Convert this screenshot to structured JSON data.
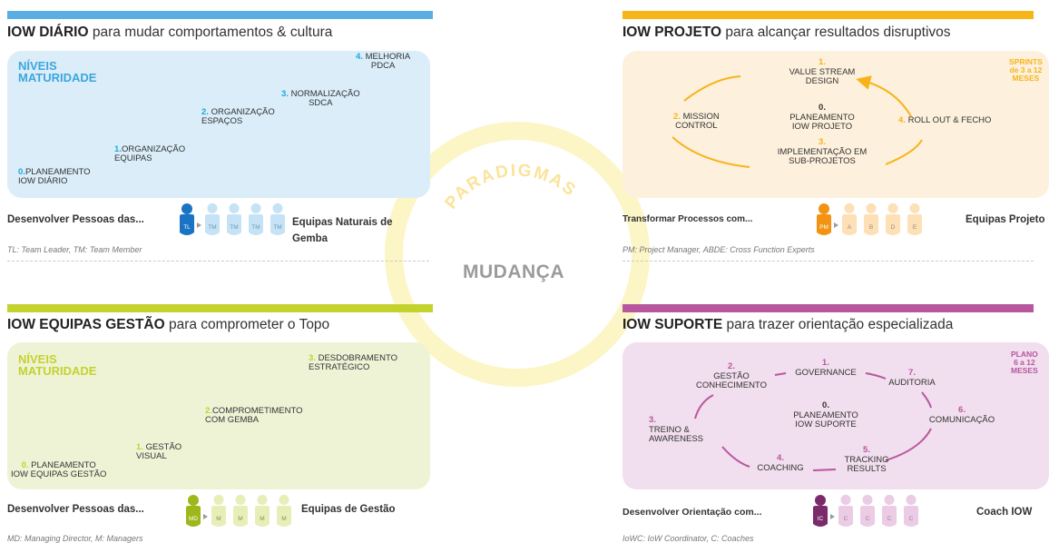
{
  "colors": {
    "blue": "#1ba9e1",
    "blue_bg": "#daedf8",
    "orange": "#f7b419",
    "orange_bg": "#fdf0dd",
    "green": "#c3d22d",
    "green_bg": "#eff3d6",
    "purple": "#b8579e",
    "purple_bg": "#f1deee",
    "dark_blue": "#1a74c4",
    "dark_orange": "#f29312",
    "dark_purple": "#7b2b6b"
  },
  "center": {
    "watermark": "PARADIGMAS",
    "label": "MUDANÇA"
  },
  "q1": {
    "title_bold": "IOW DIÁRIO",
    "title_rest": " para mudar comportamentos & cultura",
    "heading": "NÍVEIS",
    "heading2": "MATURIDADE",
    "levels": [
      {
        "num": "0.",
        "l1": "PLANEAMENTO",
        "l2": "IOW DIÁRIO"
      },
      {
        "num": "1.",
        "l1": "ORGANIZAÇÃO",
        "l2": "EQUIPAS"
      },
      {
        "num": "2.",
        "l1": " ORGANIZAÇÃO",
        "l2": "ESPAÇOS"
      },
      {
        "num": "3.",
        "l1": " NORMALIZAÇÃO",
        "l2": "SDCA"
      },
      {
        "num": "4.",
        "l1": " MELHORIA",
        "l2": "PDCA"
      }
    ],
    "footer_left": "Desenvolver Pessoas das...",
    "footer_right1": "Equipas Naturais de",
    "footer_right2": "Gemba",
    "lead": "TL",
    "members": [
      "TM",
      "TM",
      "TM",
      "TM"
    ],
    "note": "TL: Team Leader, TM: Team Member"
  },
  "q2": {
    "title_bold": "IOW PROJETO",
    "title_rest": " para alcançar resultados disruptivos",
    "sprint1": "SPRINTS",
    "sprint2": "de 3 a 12",
    "sprint3": "MESES",
    "n1": "1.",
    "s1a": "VALUE STREAM",
    "s1b": "DESIGN",
    "n2": "2.",
    "s2a": " MISSION",
    "s2b": "CONTROL",
    "n0": "0.",
    "s0a": "PLANEAMENTO",
    "s0b": "IOW PROJETO",
    "n3": "3.",
    "s3a": "IMPLEMENTAÇÃO EM",
    "s3b": "SUB-PROJETOS",
    "n4": "4.",
    "s4": " ROLL OUT & FECHO",
    "footer_left": "Transformar Processos com...",
    "footer_right": "Equipas Projeto",
    "lead": "PM",
    "members": [
      "A",
      "B",
      "D",
      "E"
    ],
    "note": "PM: Project Manager, ABDE: Cross Function Experts"
  },
  "q3": {
    "title_bold": "IOW EQUIPAS GESTÃO",
    "title_rest": " para comprometer o Topo",
    "heading": "NÍVEIS",
    "heading2": "MATURIDADE",
    "levels": [
      {
        "num": "0.",
        "l1": " PLANEAMENTO",
        "l2": "IOW EQUIPAS GESTÃO"
      },
      {
        "num": "1.",
        "l1": " GESTÃO",
        "l2": "VISUAL"
      },
      {
        "num": "2.",
        "l1": "COMPROMETIMENTO",
        "l2": "COM GEMBA"
      },
      {
        "num": "3.",
        "l1": " DESDOBRAMENTO",
        "l2": "ESTRATÉGICO"
      }
    ],
    "footer_left": "Desenvolver Pessoas das...",
    "footer_right": "Equipas de Gestão",
    "lead": "MD",
    "members": [
      "M",
      "M",
      "M",
      "M"
    ],
    "note": "MD: Managing Director, M: Managers"
  },
  "q4": {
    "title_bold": "IOW SUPORTE",
    "title_rest": " para trazer orientação especializada",
    "plan1": "PLANO",
    "plan2": "6 a 12",
    "plan3": "MESES",
    "n1": "1.",
    "s1": "GOVERNANCE",
    "n2": "2.",
    "s2a": "GESTÃO",
    "s2b": "CONHECIMENTO",
    "n7": "7.",
    "s7": "AUDITORIA",
    "n0": "0.",
    "s0a": "PLANEAMENTO",
    "s0b": "IOW SUPORTE",
    "n3": "3.",
    "s3a": "TREINO &",
    "s3b": "AWARENESS",
    "n6": "6.",
    "s6": "COMUNICAÇÃO",
    "n4": "4.",
    "s4": "COACHING",
    "n5": "5.",
    "s5a": "TRACKING",
    "s5b": "RESULTS",
    "footer_left": "Desenvolver Orientação com...",
    "footer_right": "Coach IOW",
    "lead": "IC",
    "members": [
      "C",
      "C",
      "C",
      "C"
    ],
    "note": "IoWC: IoW Coordinator, C: Coaches"
  }
}
